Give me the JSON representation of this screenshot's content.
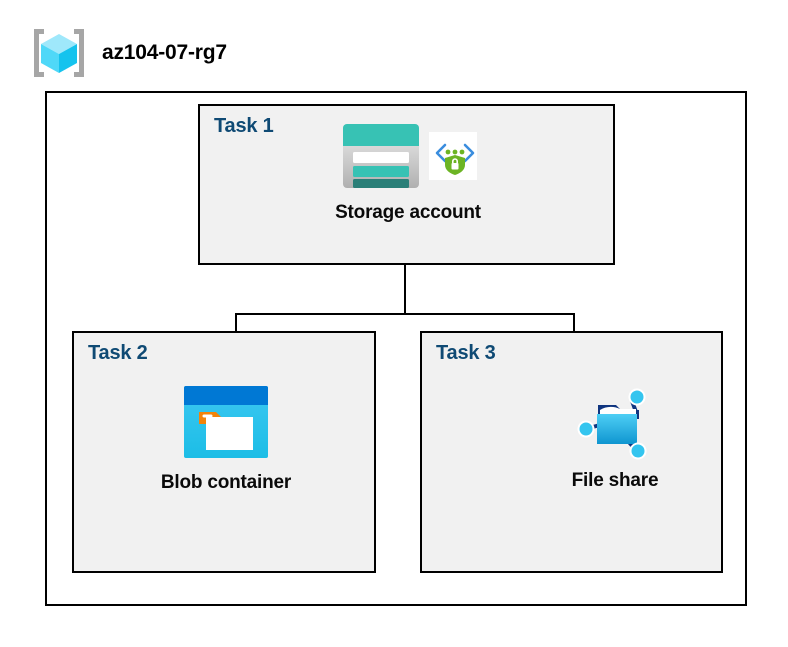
{
  "diagram": {
    "type": "azure-architecture-diagram",
    "resource_group": {
      "name": "az104-07-rg7",
      "icon": "resource-group-cube-icon"
    },
    "colors": {
      "task_label": "#0f4a74",
      "task_box_fill": "#f1f1f1",
      "box_border": "#000000",
      "canvas": "#ffffff",
      "selection_plate": "#d2d2d2",
      "storage_teal": "#37c2b4",
      "storage_teal_dark": "#2a7f78",
      "blob_blue": "#0078d4",
      "blob_cyan": "#32c5f0",
      "blob_orange": "#f2840b",
      "fileshare_cyan": "#34c5ef",
      "fileshare_navy": "#10357f",
      "shield_green": "#6cb424",
      "bracket_blue": "#3a8dde"
    },
    "tasks": [
      {
        "id": "task-1",
        "label": "Task 1",
        "node_label": "Storage account",
        "icons": [
          "storage-account-icon",
          "secure-endpoint-shield-icon"
        ],
        "selected": false
      },
      {
        "id": "task-2",
        "label": "Task 2",
        "node_label": "Blob container",
        "icons": [
          "blob-container-icon"
        ],
        "selected": false
      },
      {
        "id": "task-3",
        "label": "Task 3",
        "node_label": "File share",
        "icons": [
          "file-share-icon"
        ],
        "selected": true
      }
    ],
    "connections": [
      {
        "from": "Storage account",
        "to": "Blob container"
      },
      {
        "from": "Storage account",
        "to": "File share"
      }
    ]
  }
}
